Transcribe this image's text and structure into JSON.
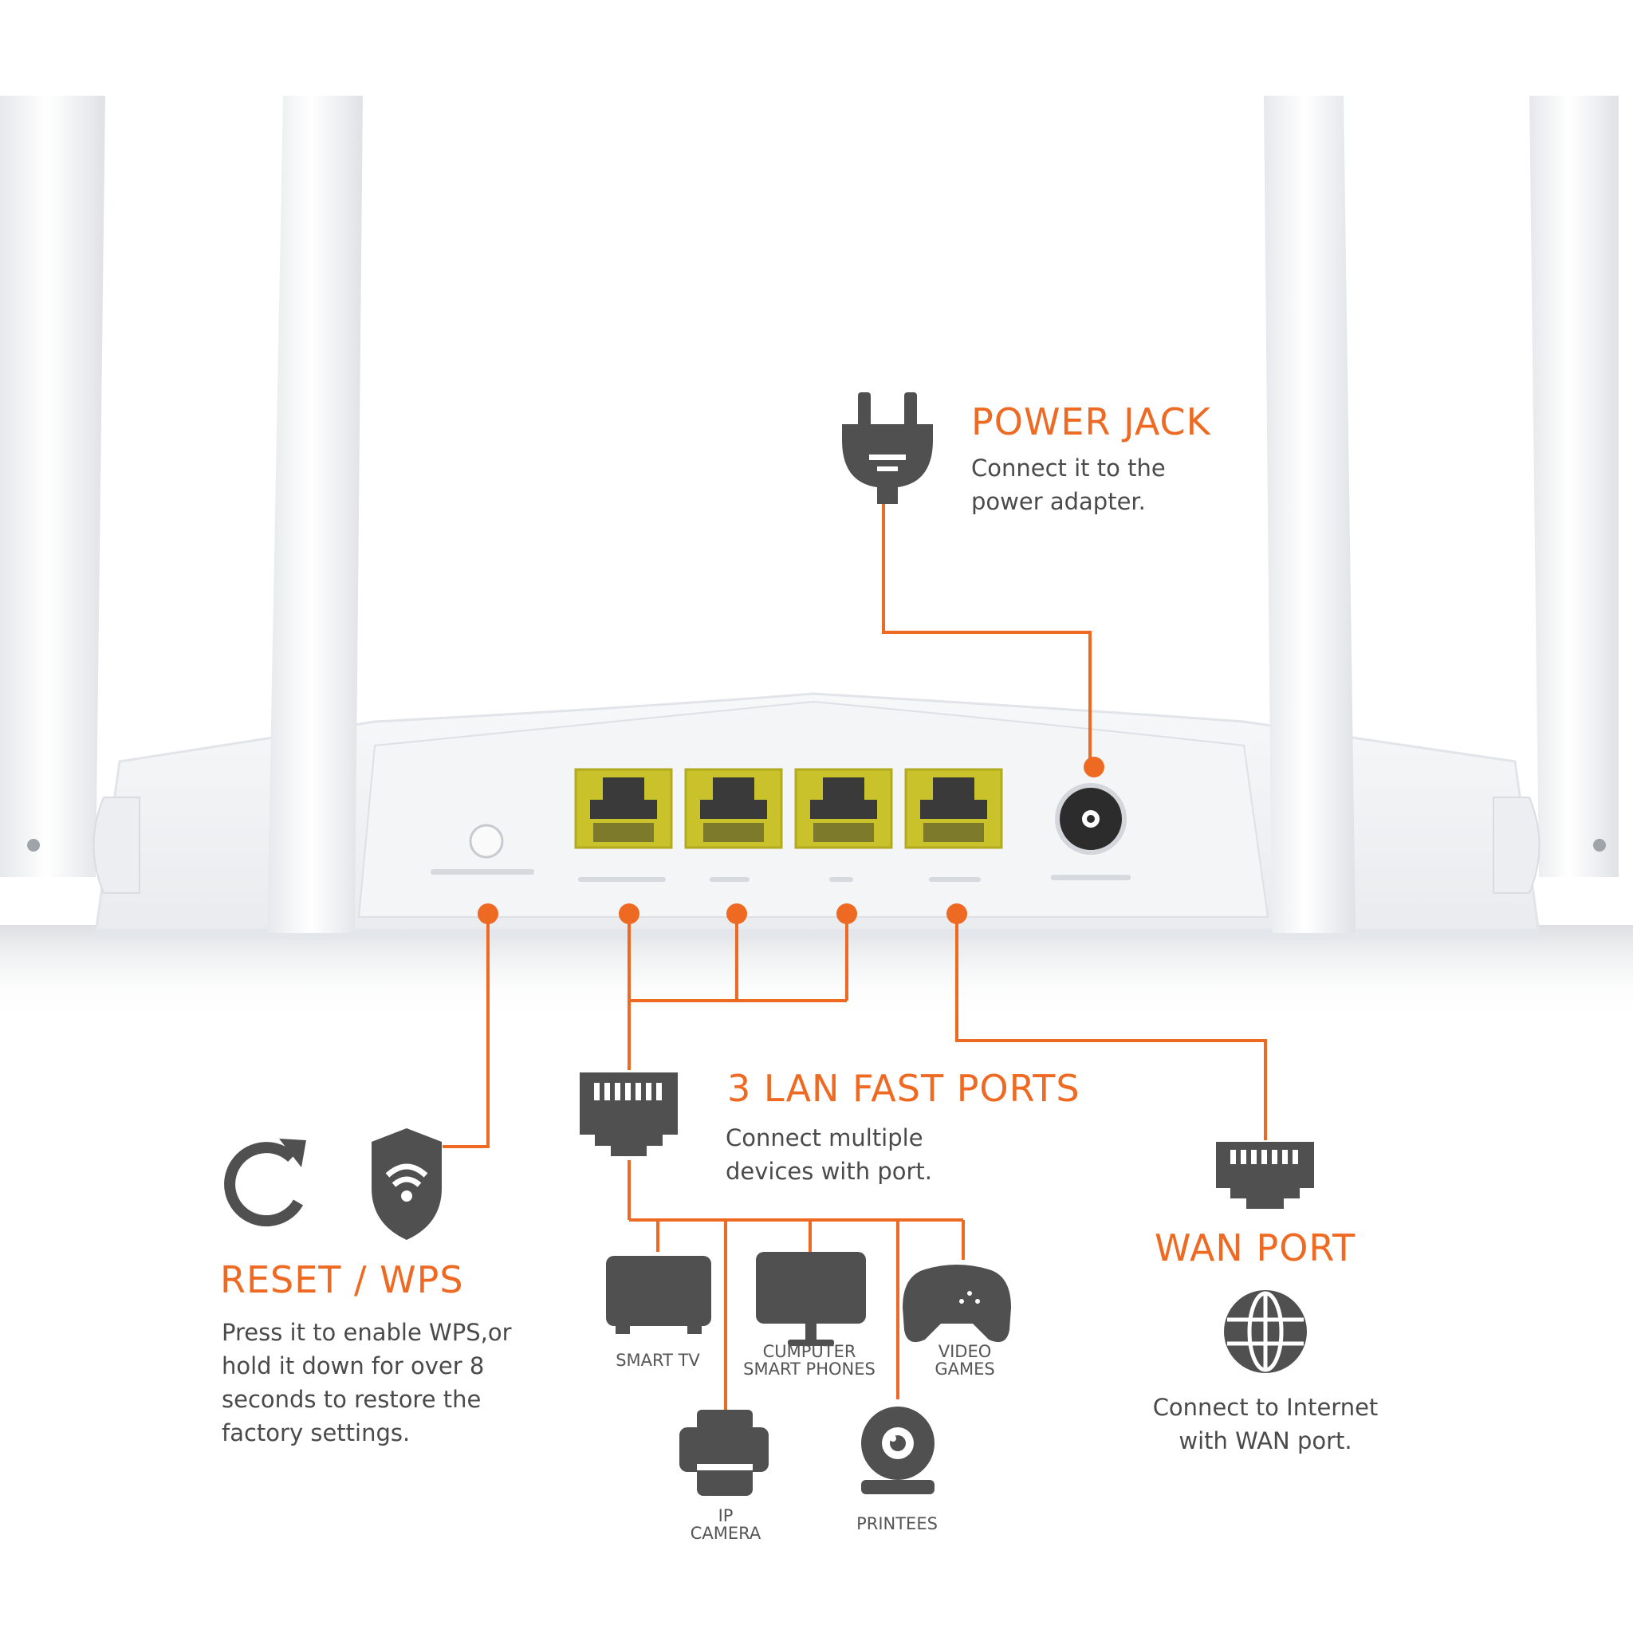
{
  "colors": {
    "accent": "#ee6a23",
    "icon": "#505050",
    "port": "#c9c22a",
    "router_body": "#f3f4f6",
    "text": "#4a4a4a"
  },
  "power_jack": {
    "icon": "power-plug-icon",
    "title": "POWER JACK",
    "description": [
      "Connect it to the",
      "power adapter."
    ]
  },
  "lan": {
    "icon": "ethernet-plug-icon",
    "title": "3 LAN FAST PORTS",
    "description": [
      "Connect multiple",
      "devices with port."
    ]
  },
  "reset_wps": {
    "icons": [
      "refresh-icon",
      "wifi-shield-icon"
    ],
    "title": "RESET / WPS",
    "description": [
      "Press it to enable WPS,or",
      "hold it down for over 8",
      "seconds to restore the",
      "factory settings."
    ]
  },
  "wan": {
    "icons": [
      "ethernet-plug-icon",
      "globe-icon"
    ],
    "title": "WAN PORT",
    "description": [
      "Connect to Internet",
      "with WAN port."
    ]
  },
  "devices": [
    {
      "icon": "tv-icon",
      "label": [
        "SMART TV"
      ]
    },
    {
      "icon": "monitor-icon",
      "label": [
        "CUMPUTER",
        "SMART PHONES"
      ]
    },
    {
      "icon": "gamepad-icon",
      "label": [
        "VIDEO",
        "GAMES"
      ]
    },
    {
      "icon": "printer-icon",
      "label": [
        "IP",
        "CAMERA"
      ]
    },
    {
      "icon": "webcam-icon",
      "label": [
        "PRINTEES"
      ]
    }
  ]
}
